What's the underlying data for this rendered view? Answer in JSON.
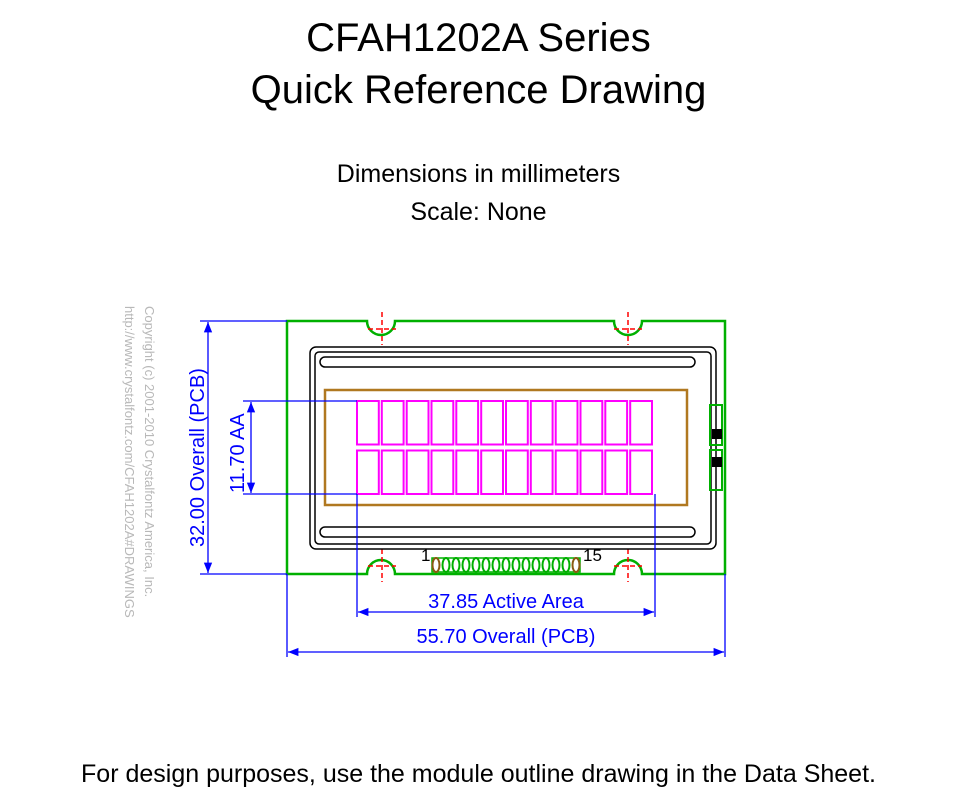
{
  "title": {
    "line1": "CFAH1202A Series",
    "line2": "Quick Reference Drawing"
  },
  "subtitle": {
    "units": "Dimensions in millimeters",
    "scale": "Scale: None"
  },
  "drawing": {
    "dim_overall_height": "32.00  Overall (PCB)",
    "dim_active_height": "11.70 AA",
    "dim_active_width": "37.85 Active Area",
    "dim_overall_width": "55.70 Overall (PCB)",
    "pin_first": "1",
    "pin_last": "15",
    "copyright_line1": "Copyright (c) 2001-2010 Crystalfontz America, Inc.",
    "copyright_line2": "http://www.crystalfontz.com/CFAH1202A#DRAWINGS",
    "rows": 2,
    "columns": 12,
    "pin_count": 15,
    "colors": {
      "pcb": "#00b000",
      "dimension": "#0000ff",
      "viewing_area": "#b07820",
      "characters": "#ff00ff",
      "mounting_center": "#ff0000",
      "copyright": "#b8b8b8"
    }
  },
  "footer": "For design purposes, use the module outline drawing in the Data Sheet."
}
